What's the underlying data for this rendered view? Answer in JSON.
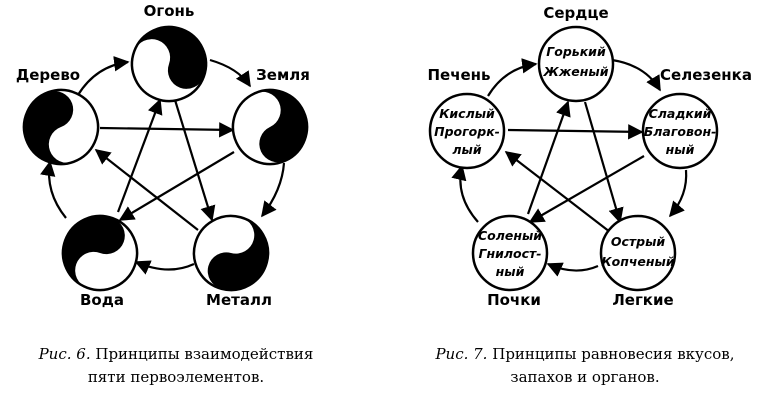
{
  "figure6": {
    "nodes": [
      {
        "id": "fire",
        "label": "Огонь"
      },
      {
        "id": "earth",
        "label": "Земля"
      },
      {
        "id": "metal",
        "label": "Металл"
      },
      {
        "id": "water",
        "label": "Вода"
      },
      {
        "id": "wood",
        "label": "Дерево"
      }
    ],
    "caption": {
      "prefix": "Рис. 6.",
      "line1": "Принципы взаимодействия",
      "line2": "пяти первоэлементов."
    }
  },
  "figure7": {
    "nodes": [
      {
        "id": "heart",
        "label": "Сердце",
        "inner": [
          "Горький",
          "Жженый"
        ]
      },
      {
        "id": "spleen",
        "label": "Селезенка",
        "inner": [
          "Сладкий",
          "Благовон-",
          "ный"
        ]
      },
      {
        "id": "lungs",
        "label": "Легкие",
        "inner": [
          "Острый",
          "Копченый"
        ]
      },
      {
        "id": "kidneys",
        "label": "Почки",
        "inner": [
          "Соленый",
          "Гнилост-",
          "ный"
        ]
      },
      {
        "id": "liver",
        "label": "Печень",
        "inner": [
          "Кислый",
          "Прогорк-",
          "лый"
        ]
      }
    ],
    "caption": {
      "prefix": "Рис. 7.",
      "line1": "Принципы равновесия вкусов,",
      "line2": "запахов и органов."
    }
  },
  "colors": {
    "ink": "#000000",
    "paper": "#ffffff"
  }
}
